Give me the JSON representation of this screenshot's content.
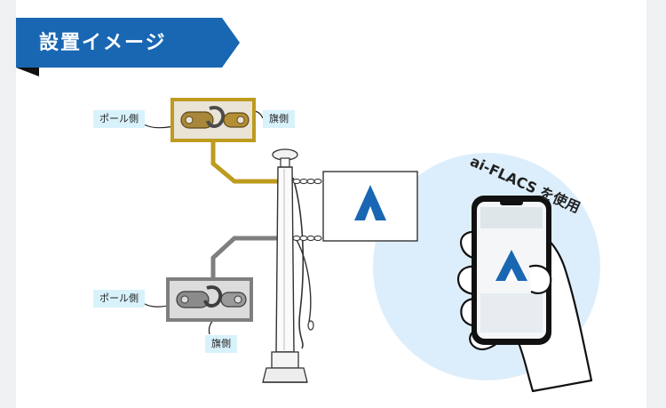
{
  "banner": {
    "title": "設置イメージ"
  },
  "labels": {
    "pole_side_top": "ポール側",
    "flag_side_top": "旗側",
    "pole_side_bottom": "ポール側",
    "flag_side_bottom": "旗側"
  },
  "usage_text": "ai-FLACS を使用",
  "colors": {
    "brand_blue": "#1967b3",
    "gold_highlight": "#bd9b1e",
    "gray_highlight": "#7f7f7f",
    "label_bg": "#d8f2fb",
    "glow": "#dceefc"
  },
  "icons": [
    "flag-logo-icon",
    "phone-logo-icon",
    "snap-hook-icon",
    "hand-icon"
  ]
}
